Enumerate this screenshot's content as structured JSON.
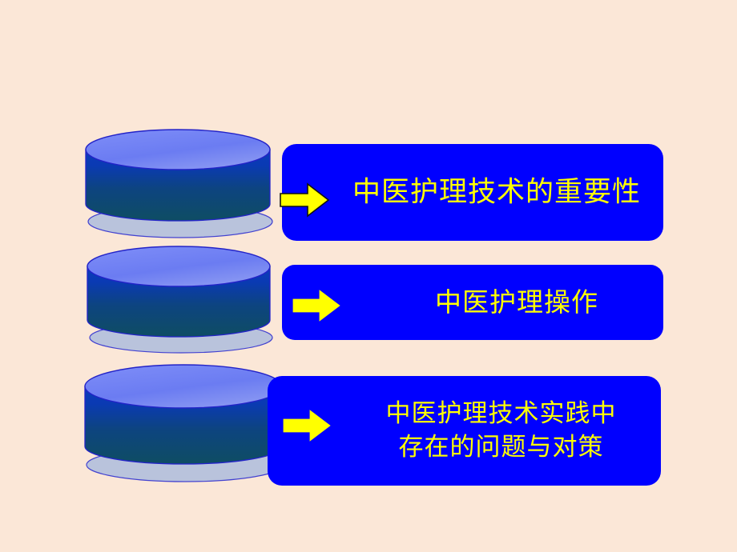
{
  "slide": {
    "background_color": "#fbe7d7",
    "box_color": "#0000ff",
    "text_color": "#ffff00",
    "arrow_color": "#ffff00",
    "cylinder_top_color": "#6b7cf2",
    "cylinder_body_top_color": "#0a3bb5",
    "cylinder_body_bottom_color": "#0e4d63",
    "cylinder_outline_color": "#2222cc",
    "cylinder_shadow_color": "#b6c2dd"
  },
  "items": [
    {
      "id": "item-1",
      "icon": "cylinder-icon",
      "arrow": "right-arrow-icon",
      "lines": [
        "中医护理技术的重要性"
      ],
      "text": "中医护理技术的重要性"
    },
    {
      "id": "item-2",
      "icon": "cylinder-icon",
      "arrow": "right-arrow-icon",
      "lines": [
        "中医护理操作"
      ],
      "text": "中医护理操作"
    },
    {
      "id": "item-3",
      "icon": "cylinder-icon",
      "arrow": "right-arrow-icon",
      "lines": [
        "中医护理技术实践中",
        "存在的问题与对策"
      ],
      "text": "中医护理技术实践中\n存在的问题与对策"
    }
  ]
}
